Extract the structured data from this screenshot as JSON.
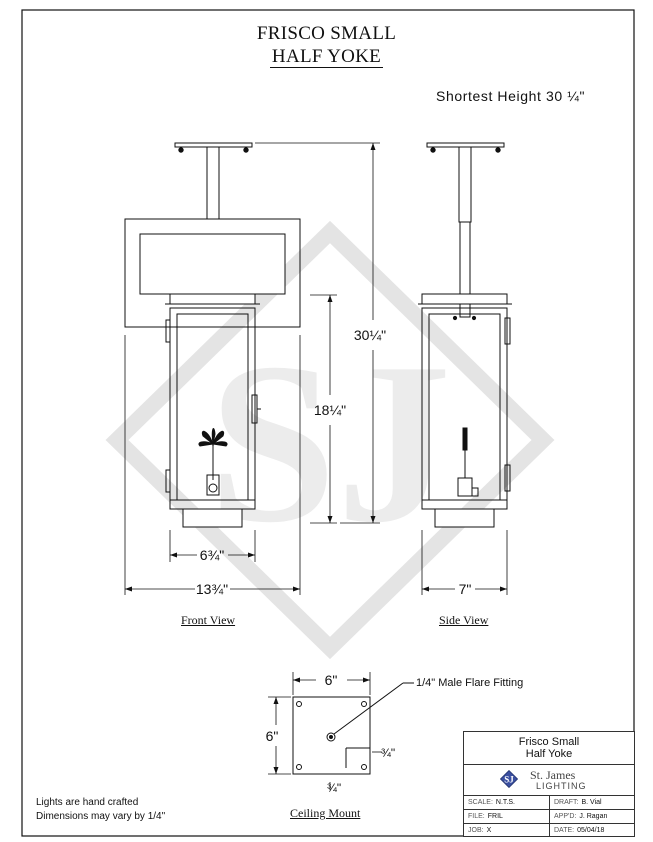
{
  "title": {
    "line1": "FRISCO SMALL",
    "line2": "HALF YOKE"
  },
  "shortest_height": "Shortest  Height  30 ¼\"",
  "front_view": {
    "label": "Front View",
    "dim_width_inner": "6¾\"",
    "dim_width_outer": "13¾\"",
    "dim_height_body": "18¼\"",
    "dim_height_total": "30¼\""
  },
  "side_view": {
    "label": "Side View",
    "dim_width": "7\""
  },
  "ceiling_mount": {
    "label": "Ceiling Mount",
    "dim_width": "6\"",
    "dim_height": "6\"",
    "dim_offset_right": "¾\"",
    "dim_offset_bottom": "¾\"",
    "fitting_callout": "1/4\"  Male  Flare  Fitting"
  },
  "notes": {
    "line1": "Lights  are  hand  crafted",
    "line2": "Dimensions  may  vary  by  1/4\""
  },
  "title_block": {
    "product_line1": "Frisco Small",
    "product_line2": "Half Yoke",
    "brand": "St. James",
    "brand_sub": "LIGHTING",
    "scale_label": "SCALE:",
    "scale_value": "N.T.S.",
    "draft_label": "DRAFT:",
    "draft_value": "B. Vial",
    "file_label": "FILE:",
    "file_value": "FRIL",
    "appd_label": "APP'D:",
    "appd_value": "J. Ragan",
    "job_label": "JOB:",
    "job_value": "X",
    "date_label": "DATE:",
    "date_value": "05/04/18"
  },
  "colors": {
    "line": "#111111",
    "watermark": "#e4e4e4",
    "logo_blue": "#3a4fa0"
  }
}
